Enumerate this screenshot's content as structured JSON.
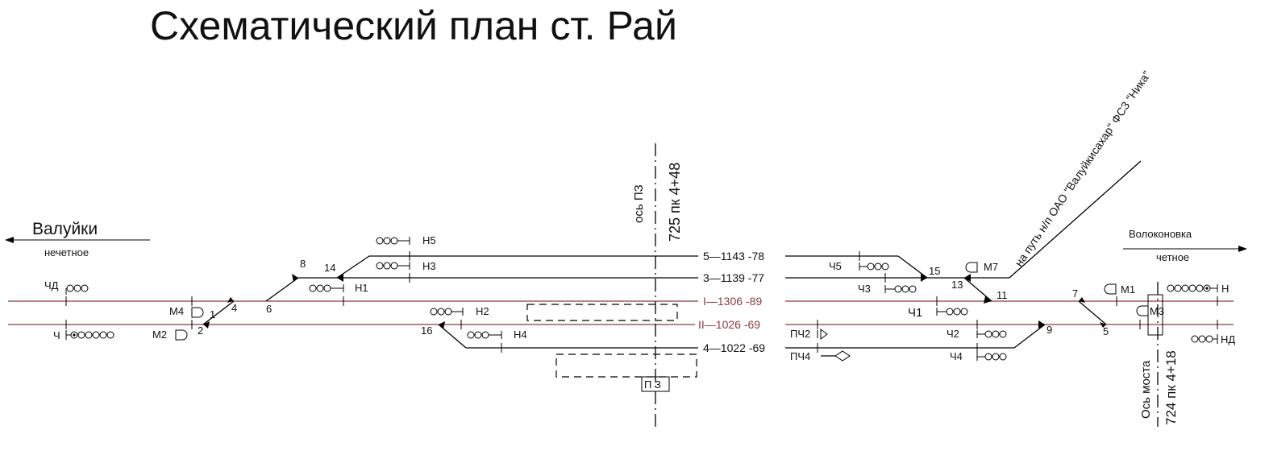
{
  "title": "Схематический план ст. Рай",
  "directions": {
    "left": {
      "name": "Валуйки",
      "sub": "нечетное"
    },
    "right": {
      "name": "Волоконовка",
      "sub": "четное"
    }
  },
  "siding": "на путь н/п ОАО \"Валуйкисахар\" ФСЗ \"Ника\"",
  "axis_pz": {
    "label": "ось ПЗ",
    "pk": "725 пк 4+48"
  },
  "axis_bridge": {
    "label": "Ось моста",
    "pk": "724 пк 4+18"
  },
  "station_building": "П З",
  "tracks": [
    {
      "num": "5",
      "len": "1143",
      "neg": "-78"
    },
    {
      "num": "3",
      "len": "1139",
      "neg": "-77"
    },
    {
      "num": "I",
      "len": "1306",
      "neg": "-89"
    },
    {
      "num": "II",
      "len": "1026",
      "neg": "-69"
    },
    {
      "num": "4",
      "len": "1022",
      "neg": "-69"
    }
  ],
  "signals": {
    "chd": "ЧД",
    "ch": "Ч",
    "m4": "М4",
    "m2": "М2",
    "n5": "Н5",
    "n3": "Н3",
    "n1": "Н1",
    "n2": "Н2",
    "n4": "Н4",
    "ch5": "Ч5",
    "ch3": "Ч3",
    "ch1": "Ч1",
    "ch2": "Ч2",
    "ch4": "Ч4",
    "pch2": "ПЧ2",
    "pch4": "ПЧ4",
    "m7": "М7",
    "m1": "М1",
    "m3": "М3",
    "n": "Н",
    "nd": "НД"
  },
  "switches": {
    "s1": "1",
    "s2": "2",
    "s4": "4",
    "s5": "5",
    "s6": "6",
    "s7": "7",
    "s8": "8",
    "s9": "9",
    "s11": "11",
    "s13": "13",
    "s14": "14",
    "s15": "15",
    "s16": "16"
  }
}
